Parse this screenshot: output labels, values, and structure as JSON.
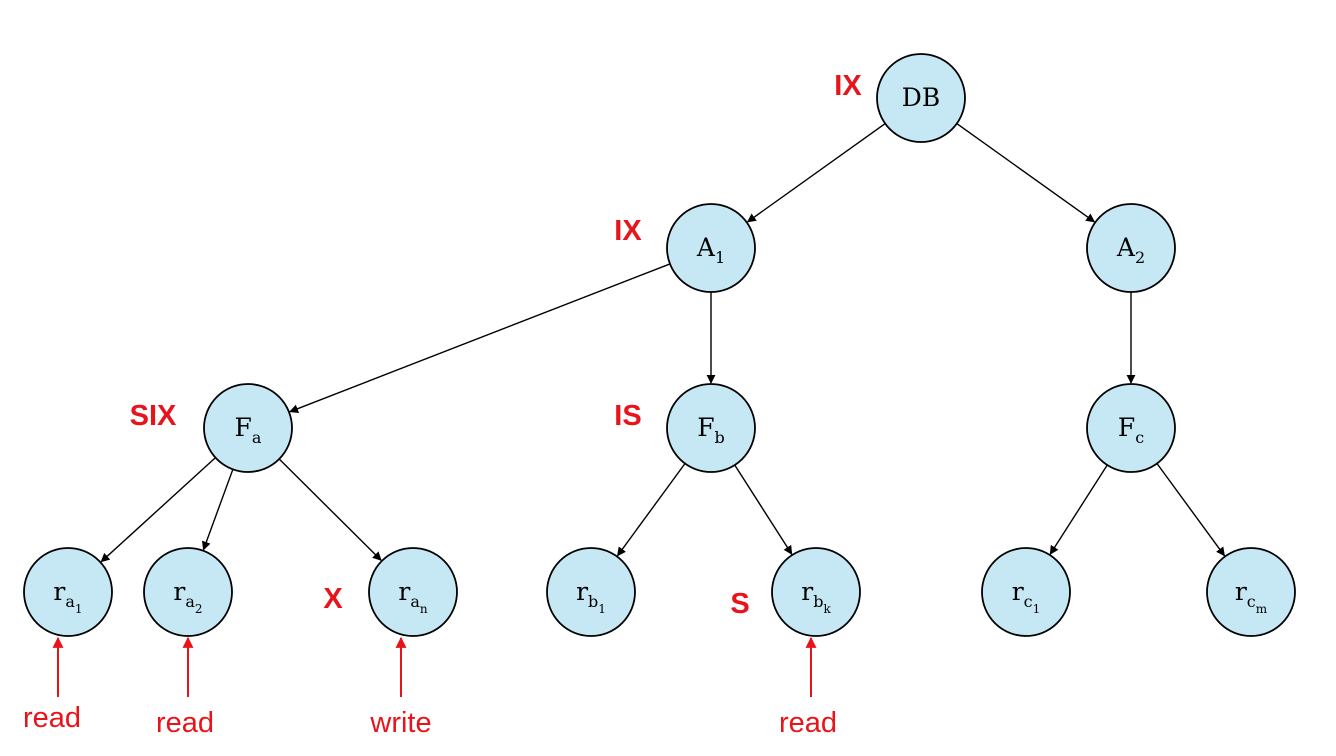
{
  "colors": {
    "node_fill": "#c5e8f4",
    "lock_text": "#e8141b",
    "edge": "#000000"
  },
  "nodes": [
    {
      "id": "DB",
      "base": "DB",
      "sub": "",
      "subsub": "",
      "lock": "IX"
    },
    {
      "id": "A1",
      "base": "A",
      "sub": "1",
      "subsub": "",
      "lock": "IX"
    },
    {
      "id": "A2",
      "base": "A",
      "sub": "2",
      "subsub": "",
      "lock": ""
    },
    {
      "id": "Fa",
      "base": "F",
      "sub": "a",
      "subsub": "",
      "lock": "SIX"
    },
    {
      "id": "Fb",
      "base": "F",
      "sub": "b",
      "subsub": "",
      "lock": "IS"
    },
    {
      "id": "Fc",
      "base": "F",
      "sub": "c",
      "subsub": "",
      "lock": ""
    },
    {
      "id": "ra1",
      "base": "r",
      "sub": "a",
      "subsub": "1",
      "lock": "",
      "op": "read"
    },
    {
      "id": "ra2",
      "base": "r",
      "sub": "a",
      "subsub": "2",
      "lock": "",
      "op": "read"
    },
    {
      "id": "ran",
      "base": "r",
      "sub": "a",
      "subsub": "n",
      "lock": "X",
      "op": "write"
    },
    {
      "id": "rb1",
      "base": "r",
      "sub": "b",
      "subsub": "1",
      "lock": ""
    },
    {
      "id": "rbk",
      "base": "r",
      "sub": "b",
      "subsub": "k",
      "lock": "S",
      "op": "read"
    },
    {
      "id": "rc1",
      "base": "r",
      "sub": "c",
      "subsub": "1",
      "lock": ""
    },
    {
      "id": "rcm",
      "base": "r",
      "sub": "c",
      "subsub": "m",
      "lock": ""
    }
  ],
  "edges": [
    [
      "DB",
      "A1"
    ],
    [
      "DB",
      "A2"
    ],
    [
      "A1",
      "Fa"
    ],
    [
      "A1",
      "Fb"
    ],
    [
      "A2",
      "Fc"
    ],
    [
      "Fa",
      "ra1"
    ],
    [
      "Fa",
      "ra2"
    ],
    [
      "Fa",
      "ran"
    ],
    [
      "Fb",
      "rb1"
    ],
    [
      "Fb",
      "rbk"
    ],
    [
      "Fc",
      "rc1"
    ],
    [
      "Fc",
      "rcm"
    ]
  ]
}
